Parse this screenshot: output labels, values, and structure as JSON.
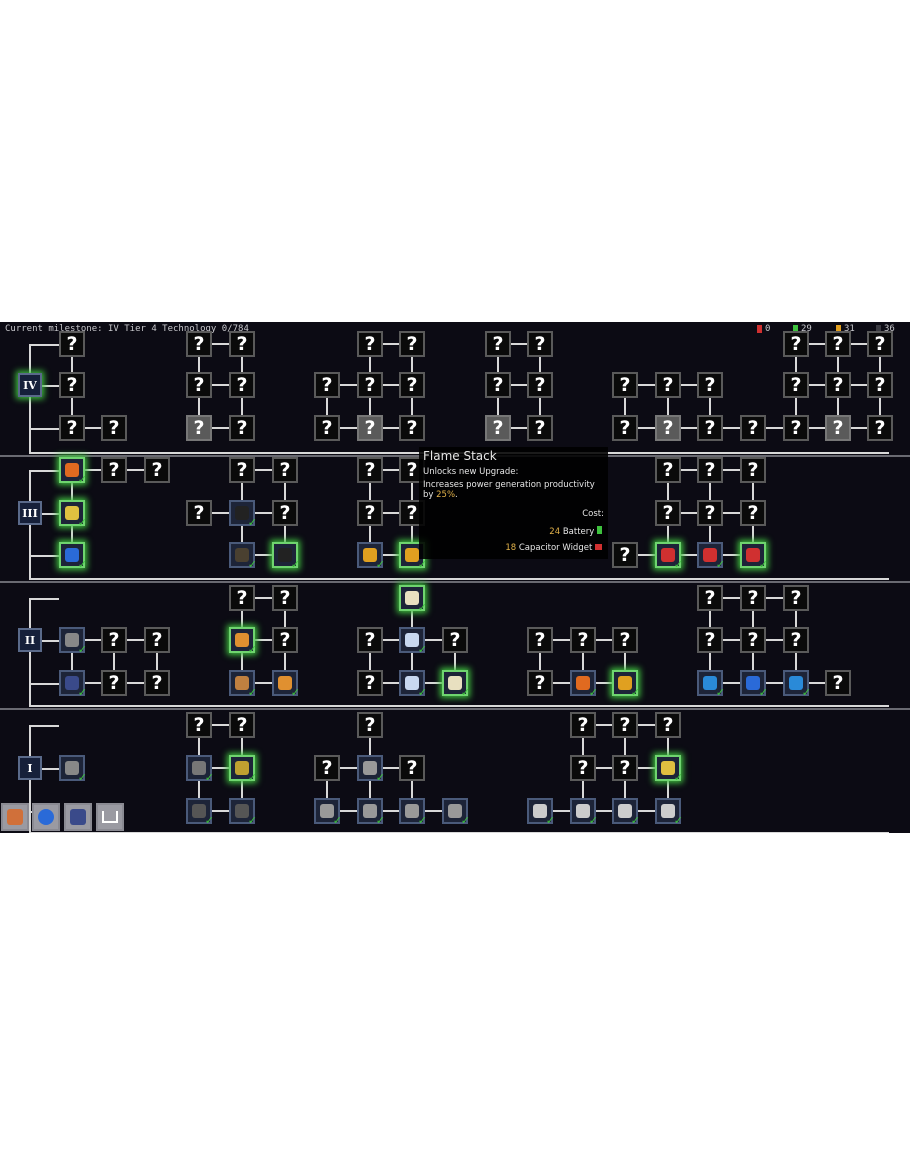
{
  "topbar": {
    "milestone_label": "Current milestone:",
    "milestone_tier": "IV",
    "milestone_name": "Tier 4 Technology 0/784",
    "resources": [
      {
        "name": "red-widget",
        "value": "0",
        "color": "#d03030"
      },
      {
        "name": "battery",
        "value": "29",
        "color": "#3ec23e"
      },
      {
        "name": "energy",
        "value": "31",
        "color": "#e2a020"
      },
      {
        "name": "gray-part",
        "value": "36",
        "color": "#8a8a92"
      }
    ]
  },
  "tiers": [
    "IV",
    "III",
    "II",
    "I"
  ],
  "glyphs": {
    "unknown": "?",
    "check": "✓"
  },
  "tooltip": {
    "title": "Flame Stack",
    "subtitle": "Unlocks new Upgrade:",
    "description_prefix": "Increases power generation productivity by ",
    "description_value": "25%",
    "description_suffix": ".",
    "cost_label": "Cost:",
    "costs": [
      {
        "amount": "24",
        "item": "Battery",
        "icon": "battery-icon",
        "color": "#3ec23e"
      },
      {
        "amount": "18",
        "item": "Capacitor Widget",
        "icon": "capacitor-widget-icon",
        "color": "#d03030"
      }
    ]
  },
  "toolbar": [
    {
      "name": "hammer-tool",
      "color": "#d0703a"
    },
    {
      "name": "blue-orb-tool",
      "color": "#2a6ad8"
    },
    {
      "name": "chest-tool",
      "color": "#3a4a8a"
    },
    {
      "name": "frame-tool",
      "color": "#e8e8e8"
    }
  ]
}
